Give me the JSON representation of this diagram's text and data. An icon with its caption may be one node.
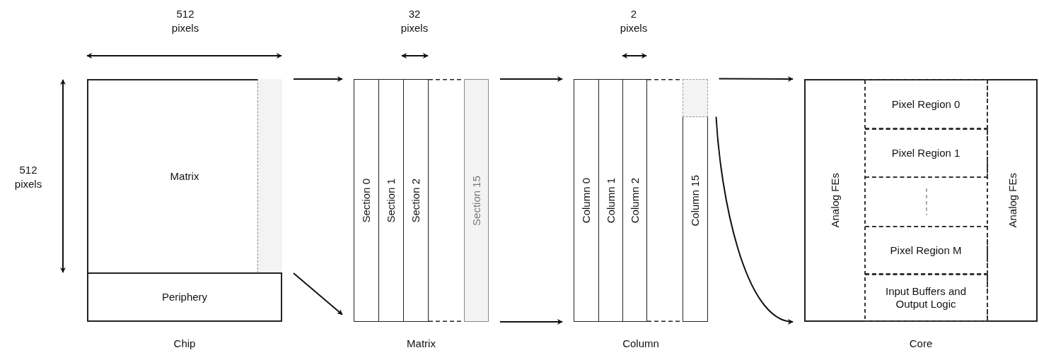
{
  "diagram": {
    "nodes": [
      {
        "text": [],
        "shape": "box",
        "beside": [
          "Chip"
        ]
      },
      {
        "text": [
          "Matrix"
        ],
        "in": 0
      },
      {
        "text": [],
        "shape": "box",
        "in": 1
      },
      {
        "text": [
          "Periphery"
        ],
        "in": 0
      },
      {
        "text": [],
        "shape": "box",
        "beside": [
          "Matrix"
        ]
      },
      {
        "text": [
          "Section 0"
        ],
        "in": 4
      },
      {
        "text": [
          "Section 1"
        ],
        "in": 4
      },
      {
        "text": [
          "Section 2"
        ],
        "in": 4
      },
      {
        "text": [
          "Section 15"
        ],
        "in": 4
      },
      {
        "text": [],
        "shape": "box",
        "beside": [
          "Column"
        ]
      },
      {
        "text": [
          "Column 0"
        ],
        "in": 9
      },
      {
        "text": [
          "Column 1"
        ],
        "in": 9
      },
      {
        "text": [
          "Column 2"
        ],
        "in": 9
      },
      {
        "text": [
          "Column 15"
        ],
        "in": 9
      },
      {
        "text": [],
        "shape": "box",
        "in": 13
      },
      {
        "text": [],
        "shape": "box",
        "beside": [
          "Core"
        ]
      },
      {
        "text": [
          "Analog FEs"
        ],
        "in": 15
      },
      {
        "text": [
          "Pixel Region 0"
        ],
        "in": 15
      },
      {
        "text": [
          "Pixel Region 1"
        ],
        "in": 15
      },
      {
        "text": [],
        "shape": "box",
        "in": 15
      },
      {
        "text": [
          "Pixel Region M"
        ],
        "in": 15
      },
      {
        "text": [
          "Input Buffers and Output Logic"
        ],
        "in": 15
      },
      {
        "text": [
          "Analog FEs"
        ],
        "in": 15
      }
    ],
    "edges": [
      {
        "from": 2,
        "to": 4,
        "arrow": "to"
      },
      {
        "from": 2,
        "to": 4,
        "arrow": "to"
      },
      {
        "from": 8,
        "to": 9,
        "arrow": "to"
      },
      {
        "from": 8,
        "to": 9,
        "arrow": "to"
      },
      {
        "from": 14,
        "to": 15,
        "arrow": "to"
      },
      {
        "from": 14,
        "to": 15,
        "arrow": "to"
      }
    ],
    "labels": [
      "512 pixels",
      "32 pixels",
      "2 pixels",
      "512 pixels"
    ]
  }
}
